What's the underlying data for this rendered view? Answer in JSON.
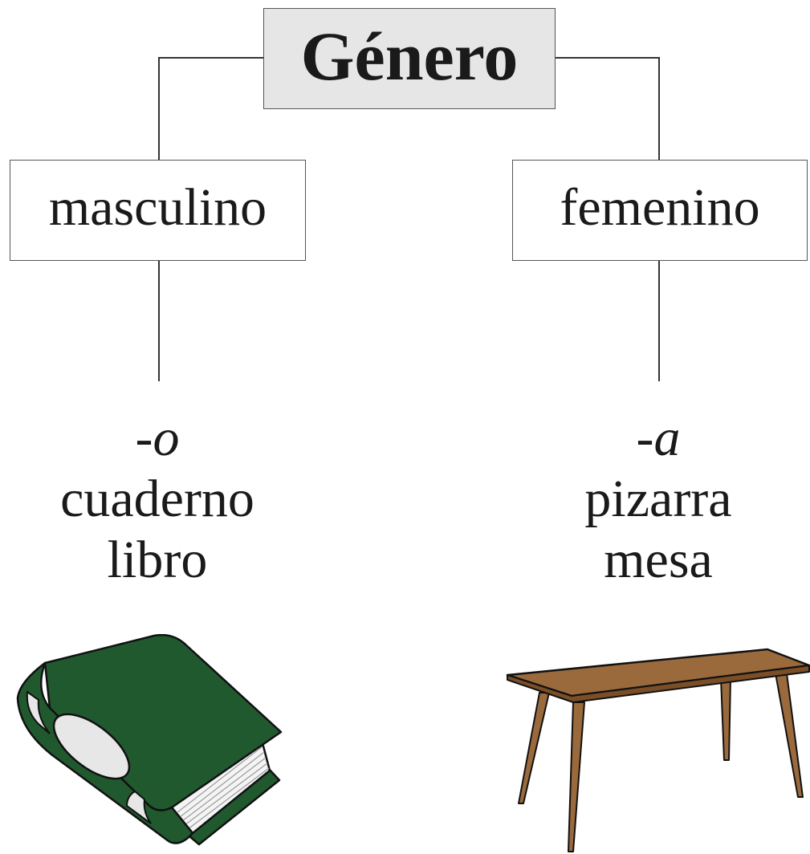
{
  "diagram": {
    "root": {
      "label": "Género"
    },
    "branches": [
      {
        "label": "masculino",
        "suffix": "-o",
        "words": [
          "cuaderno",
          "libro"
        ],
        "icon": "book-icon",
        "colors": {
          "cover": "#21592f",
          "page": "#e7e7e7"
        }
      },
      {
        "label": "femenino",
        "suffix": "-a",
        "words": [
          "pizarra",
          "mesa"
        ],
        "icon": "table-icon",
        "colors": {
          "wood": "#9a6a3c",
          "edge": "#7a4e26"
        }
      }
    ]
  }
}
